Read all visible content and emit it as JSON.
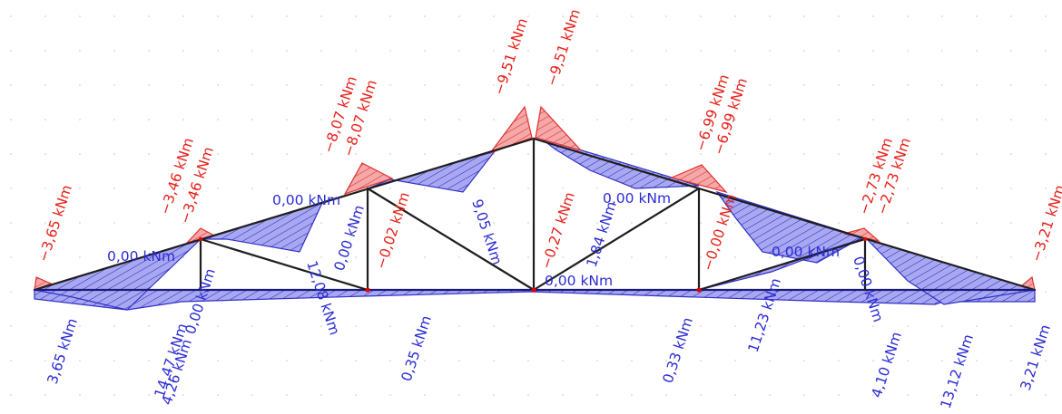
{
  "colors": {
    "negative_fill": "#f4a0a0",
    "negative_stroke": "#e03030",
    "positive_fill": "#a4a4f0",
    "positive_stroke": "#3030c8",
    "member": "#202020",
    "node": "#e00000",
    "hatch_negative": "#d02020",
    "hatch_positive": "#2020b0",
    "grid_dot": "#c8c8c8"
  },
  "labels": {
    "top_left_end": "−3,65 kNm",
    "top_n1_a": "−3,46 kNm",
    "top_n1_b": "−3,46 kNm",
    "top_n2_a": "−8,07 kNm",
    "top_n2_b": "−8,07 kNm",
    "top_apex_a": "−9,51 kNm",
    "top_apex_b": "−9,51 kNm",
    "top_n4_a": "−6,99 kNm",
    "top_n4_b": "−6,99 kNm",
    "top_n5_a": "−2,73 kNm",
    "top_n5_b": "−2,73 kNm",
    "top_right_end": "−3,21 kNm",
    "zero_left_chord": "0,00 kNm",
    "zero_left_mid": "0,00 kNm",
    "zero_left_vert1": "0,00 kNm",
    "zero_left_diag2": "0,00 kNm",
    "vert2_value": "−0,02 kNm",
    "center_post": "−0,27 kNm",
    "zero_center": "0,00 kNm",
    "zero_right_mid": "0,00 kNm",
    "zero_right_near": "0,00 kNm",
    "vert4_value": "−0,00 kNm",
    "vert5_zero": "0,00 kNm",
    "diag_left": "12,08 kNm",
    "diag_center_left": "9,05 kNm",
    "diag_center_right": "1,84 kNm",
    "diag_right": "11,23 kNm",
    "bot_left_end": "3,65 kNm",
    "bot_left_a": "14,47 kNm",
    "bot_left_b": "4,26 kNm",
    "bot_mid_left": "0,35 kNm",
    "bot_mid_right": "0,33 kNm",
    "bot_right_a": "4,10 kNm",
    "bot_right_b": "13,12 kNm",
    "bot_right_end": "3,21 kNm"
  }
}
